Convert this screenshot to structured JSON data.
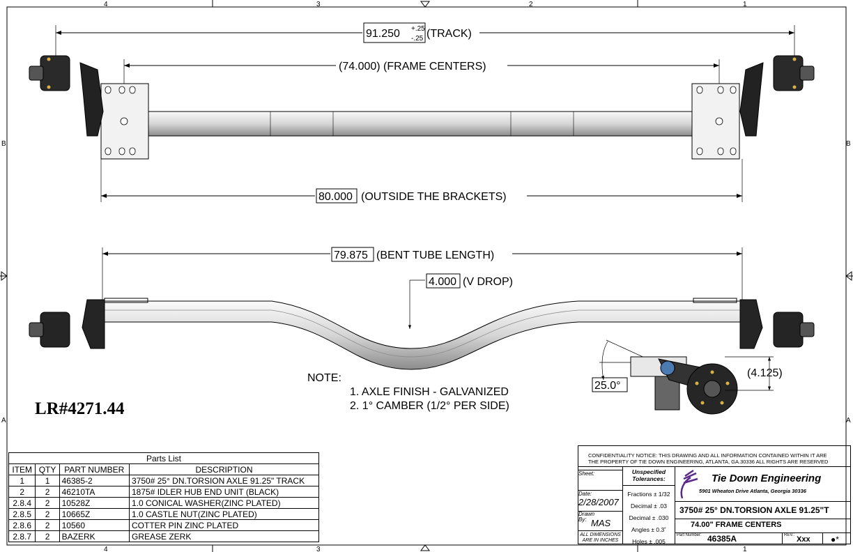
{
  "zones": {
    "top": [
      "4",
      "3",
      "2",
      "1"
    ],
    "side": [
      "B",
      "A"
    ]
  },
  "top_view": {
    "track_value": "91.250",
    "track_tol_plus": "+.25",
    "track_tol_minus": "-.25",
    "track_label": "(TRACK)",
    "frame_centers": "(74.000) (FRAME CENTERS)",
    "outside_value": "80.000",
    "outside_label": "(OUTSIDE THE BRACKETS)"
  },
  "side_view": {
    "bent_value": "79.875",
    "bent_label": "(BENT TUBE LENGTH)",
    "drop_value": "4.000",
    "drop_label": "(V DROP)"
  },
  "detail": {
    "angle": "25.0°",
    "height": "(4.125)"
  },
  "notes": {
    "title": "NOTE:",
    "items": [
      "1. AXLE FINISH - GALVANIZED",
      "2. 1° CAMBER (1/2° PER SIDE)"
    ]
  },
  "lr_number": "LR#4271.44",
  "parts_list": {
    "title": "Parts List",
    "headers": [
      "ITEM",
      "QTY",
      "PART NUMBER",
      "DESCRIPTION"
    ],
    "rows": [
      [
        "1",
        "1",
        "46385-2",
        "3750# 25° DN.TORSION AXLE 91.25\" TRACK"
      ],
      [
        "2",
        "2",
        "46210TA",
        "1875# IDLER HUB END UNIT (BLACK)"
      ],
      [
        "2.8.4",
        "2",
        "10528Z",
        "1.0 CONICAL WASHER(ZINC PLATED)"
      ],
      [
        "2.8.5",
        "2",
        "10665Z",
        "1.0 CASTLE NUT(ZINC PLATED)"
      ],
      [
        "2.8.6",
        "2",
        "10560",
        "COTTER PIN ZINC PLATED"
      ],
      [
        "2.8.7",
        "2",
        "BAZERK",
        "GREASE ZERK"
      ]
    ]
  },
  "title_block": {
    "confidentiality_1": "CONFIDENTIALITY NOTICE: THIS DRAWING AND ALL INFORMATION CONTAINED WITHIN IT ARE",
    "confidentiality_2": "THE PROPERTY OF TIE DOWN ENGINEERING, ATLANTA, GA.30336 ALL RIGHTS ARE RESERVED",
    "sheet_label": "Sheet:",
    "date_label": "Date:",
    "date": "2/28/2007",
    "drawn_label_1": "Drawn",
    "drawn_label_2": "By:",
    "drawn_by": "MAS",
    "units_1": "ALL DIMENSIONS",
    "units_2": "ARE IN INCHES",
    "tol_title_1": "Unspecified",
    "tol_title_2": "Tolerances:",
    "tolerances": [
      "Fractions ± 1/32",
      "Decimal ± .03",
      "Decimal ± .030",
      "Angles ± 0.3˚",
      "Holes ± .005"
    ],
    "company": "Tie Down Engineering",
    "address": "5901 Wheaton Drive Atlanta, Georgia 30336",
    "title_1": "3750# 25° DN.TORSION AXLE 91.25\"T",
    "title_2": "74.00\" FRAME CENTERS",
    "part_number_label": "Part Number:",
    "part_number": "46385A",
    "rev_label": "REV.:",
    "rev": "Xxx",
    "logo_color": "#5a2a8a"
  }
}
